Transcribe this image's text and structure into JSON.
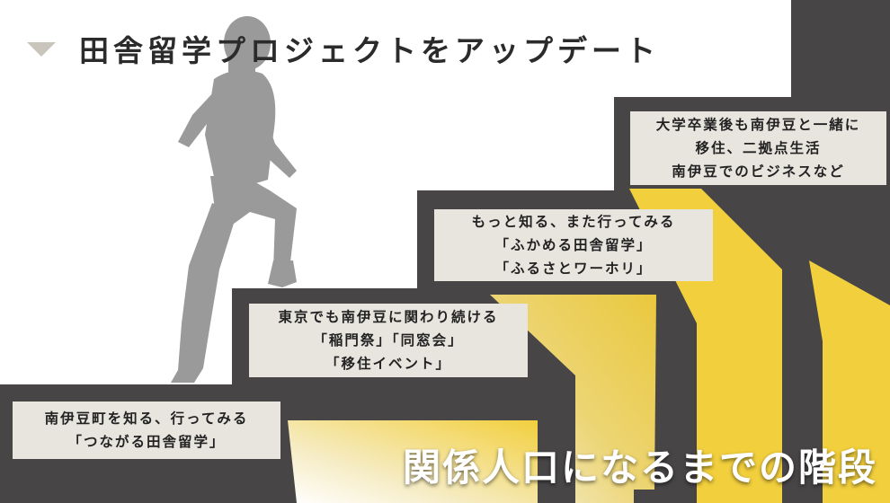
{
  "title": "田舎留学プロジェクトをアップデート",
  "steps": [
    {
      "lines": [
        "南伊豆町を知る、行ってみる",
        "「つながる田舎留学」"
      ]
    },
    {
      "lines": [
        "東京でも南伊豆に関わり続ける",
        "「稲門祭」「同窓会」",
        "「移住イベント」"
      ]
    },
    {
      "lines": [
        "もっと知る、また行ってみる",
        "「ふかめる田舎留学」",
        "「ふるさとワーホリ」"
      ]
    },
    {
      "lines": [
        "大学卒業後も南伊豆と一緒に",
        "移住、二拠点生活",
        "南伊豆でのビジネスなど"
      ]
    }
  ],
  "bottom_caption": "関係人口になるまでの階段",
  "colors": {
    "dark": "#474546",
    "yellow": "#f2cf3d",
    "label_bg": "#e8e5df",
    "silhouette": "#9a9a9a",
    "triangle": "#c9c5bd"
  },
  "icons": [
    "walking-person-silhouette",
    "down-triangle-icon"
  ]
}
